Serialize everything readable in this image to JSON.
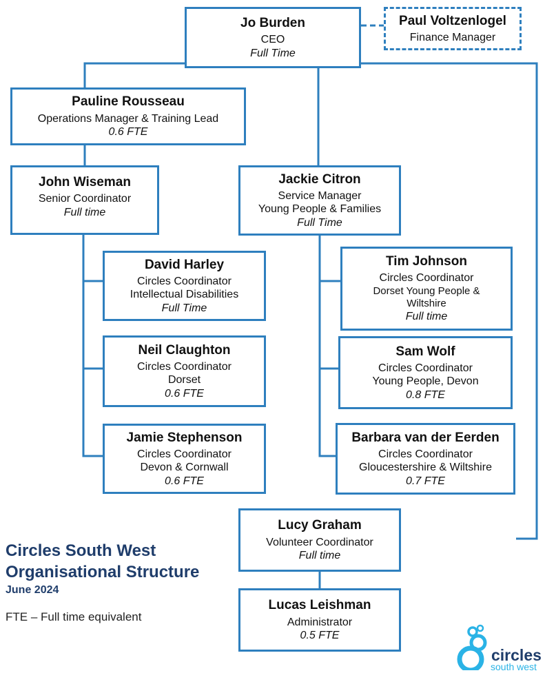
{
  "org_chart": {
    "nodes": [
      {
        "name": "Jo Burden",
        "lines": [
          "CEO"
        ],
        "hours": "Full Time"
      },
      {
        "name": "Paul Voltzenlogel",
        "lines": [
          "Finance Manager"
        ],
        "hours": ""
      },
      {
        "name": "Pauline Rousseau",
        "lines": [
          "Operations Manager & Training Lead"
        ],
        "hours": "0.6 FTE"
      },
      {
        "name": "John Wiseman",
        "lines": [
          "Senior Coordinator"
        ],
        "hours": "Full time"
      },
      {
        "name": "Jackie Citron",
        "lines": [
          "Service Manager",
          "Young People & Families"
        ],
        "hours": "Full Time"
      },
      {
        "name": "David Harley",
        "lines": [
          "Circles Coordinator",
          "Intellectual Disabilities"
        ],
        "hours": "Full Time"
      },
      {
        "name": "Neil Claughton",
        "lines": [
          "Circles Coordinator",
          "Dorset"
        ],
        "hours": "0.6 FTE"
      },
      {
        "name": "Jamie Stephenson",
        "lines": [
          "Circles Coordinator",
          "Devon & Cornwall"
        ],
        "hours": "0.6 FTE"
      },
      {
        "name": "Tim Johnson",
        "lines": [
          "Circles Coordinator",
          "Dorset Young People &",
          "Wiltshire"
        ],
        "hours": "Full time"
      },
      {
        "name": "Sam Wolf",
        "lines": [
          "Circles Coordinator",
          "Young People, Devon"
        ],
        "hours": "0.8 FTE"
      },
      {
        "name": "Barbara van der Eerden",
        "lines": [
          "Circles Coordinator",
          "Gloucestershire & Wiltshire"
        ],
        "hours": "0.7 FTE"
      },
      {
        "name": "Lucy Graham",
        "lines": [
          "Volunteer Coordinator"
        ],
        "hours": "Full time"
      },
      {
        "name": "Lucas Leishman",
        "lines": [
          "Administrator"
        ],
        "hours": "0.5 FTE"
      }
    ]
  },
  "caption": {
    "title_line1": "Circles South West",
    "title_line2": "Organisational Structure",
    "date": "June 2024",
    "note": "FTE – Full time equivalent"
  },
  "logo": {
    "word1": "circles",
    "word2": "south west",
    "colors": {
      "dark": "#1f3d6b",
      "light": "#2ab3e6"
    }
  },
  "colors": {
    "border": "#2e7fbe",
    "caption": "#1f3d6b"
  }
}
